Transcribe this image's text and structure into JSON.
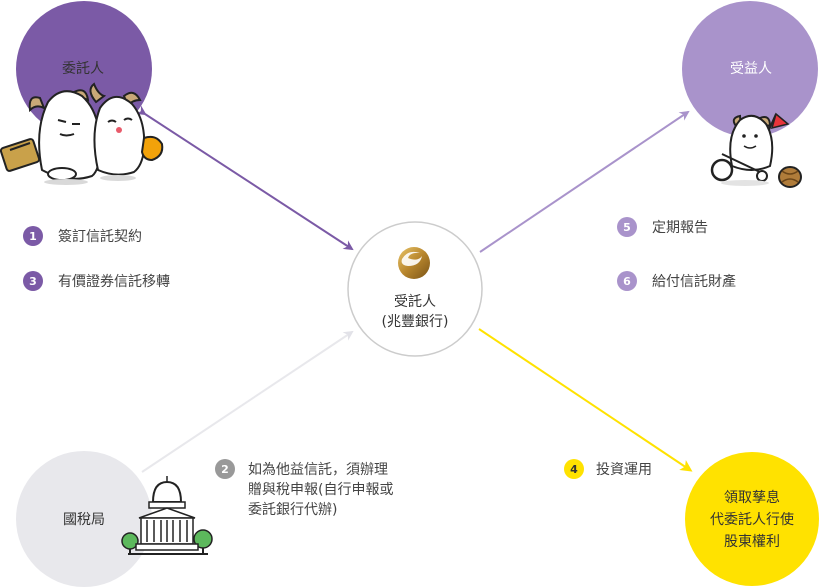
{
  "nodes": {
    "trustor": {
      "label": "委託人",
      "color": "#7b5aa6"
    },
    "beneficiary": {
      "label": "受益人",
      "color": "#a993cb"
    },
    "trustee": {
      "line1": "受託人",
      "line2": "(兆豐銀行)"
    },
    "tax_bureau": {
      "label": "國稅局",
      "color": "#e8e8ec"
    },
    "rights": {
      "line1": "領取孳息",
      "line2": "代委託人行使",
      "line3": "股東權利",
      "color": "#ffe200"
    }
  },
  "steps": [
    {
      "num": "1",
      "lines": [
        "簽訂信託契約"
      ],
      "color": "#7b5aa6"
    },
    {
      "num": "3",
      "lines": [
        "有價證券信託移轉"
      ],
      "color": "#7b5aa6"
    },
    {
      "num": "5",
      "lines": [
        "定期報告"
      ],
      "color": "#a993cb"
    },
    {
      "num": "6",
      "lines": [
        "給付信託財產"
      ],
      "color": "#a993cb"
    },
    {
      "num": "2",
      "lines": [
        "如為他益信託，須辦理",
        "贈與稅申報(自行申報或",
        "委託銀行代辦)"
      ],
      "color": "#999999"
    },
    {
      "num": "4",
      "lines": [
        "投資運用"
      ],
      "color": "#ffe200"
    }
  ],
  "arrow_colors": {
    "trustor": "#7b5aa6",
    "beneficiary": "#a993cb",
    "tax": "#e8e8ec",
    "invest": "#ffe200"
  },
  "icons": [
    "bank-logo-icon",
    "mascot-trustor-icon",
    "mascot-beneficiary-icon",
    "government-building-icon"
  ]
}
